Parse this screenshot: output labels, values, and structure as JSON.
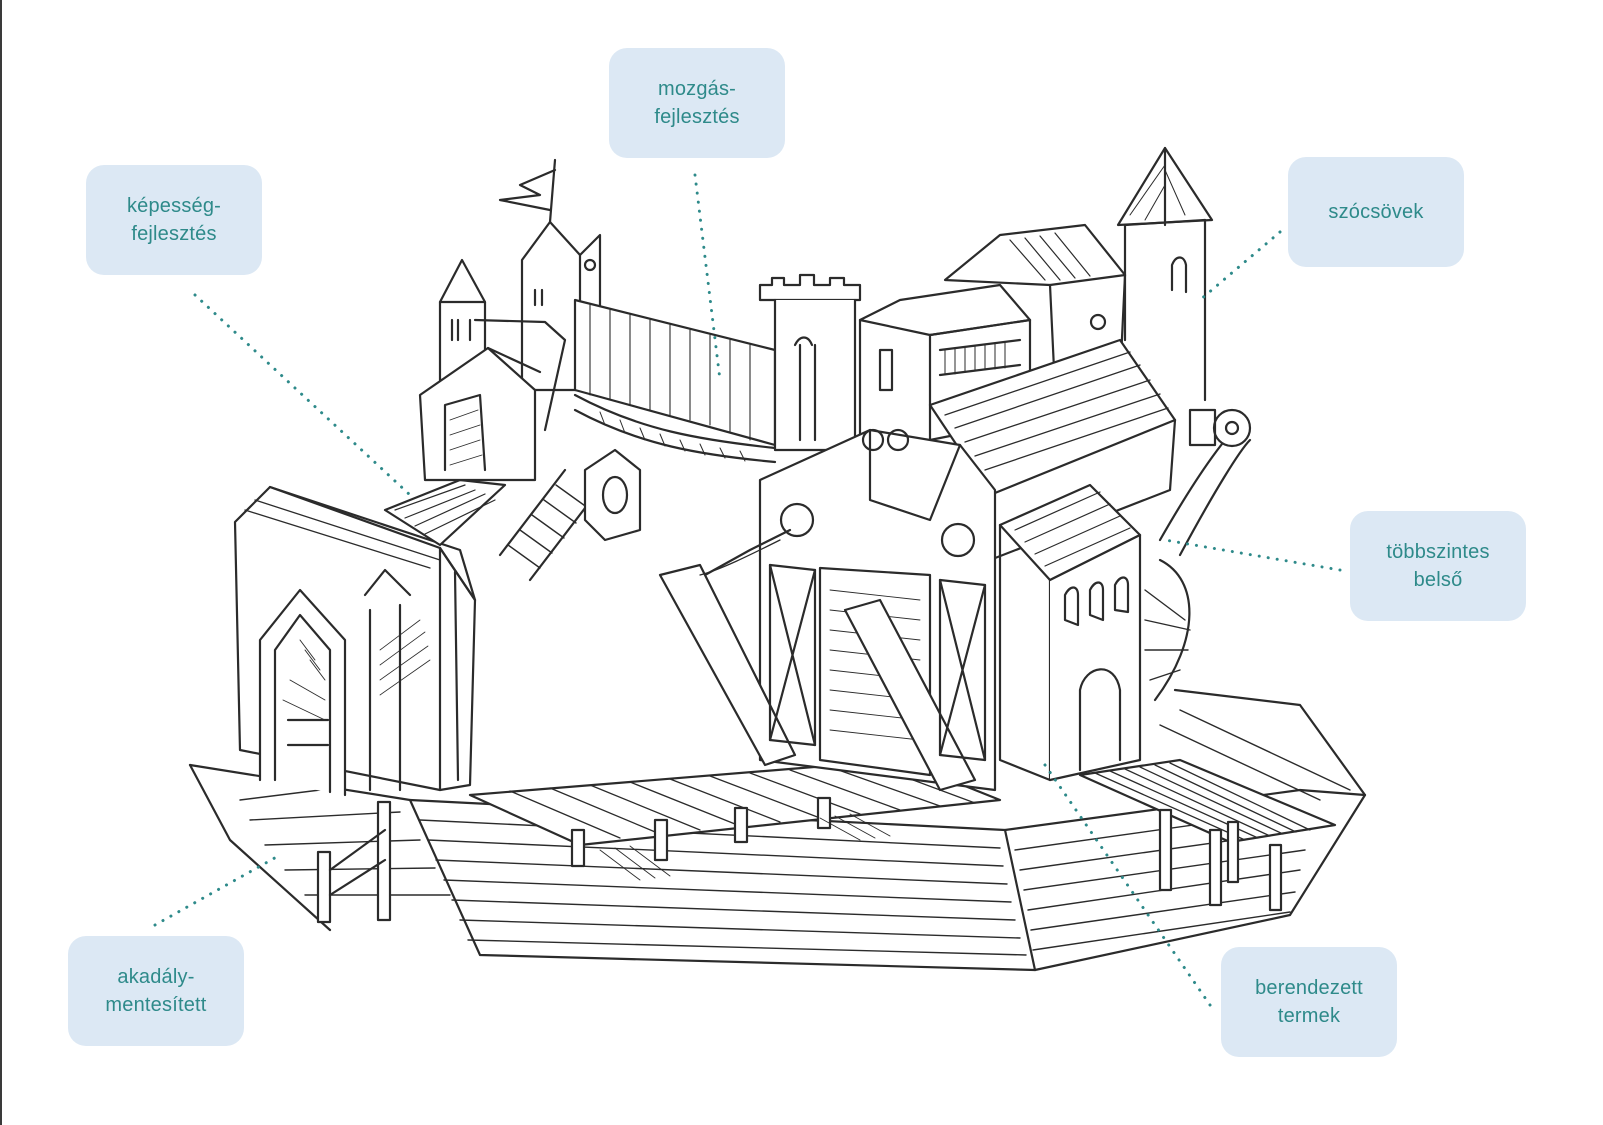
{
  "colors": {
    "label_text": "#2e8a8a",
    "label_bg": "#dce8f4",
    "leader_line": "#2e8a8a",
    "sketch_ink": "#2b2b2b"
  },
  "labels": {
    "mozgas": {
      "line1": "mozgás-",
      "line2": "fejlesztés"
    },
    "kepesseg": {
      "line1": "képesség-",
      "line2": "fejlesztés"
    },
    "szocsovek": {
      "line1": "szócsövek"
    },
    "tobbszintes": {
      "line1": "többszintes",
      "line2": "belső"
    },
    "akadaly": {
      "line1": "akadály-",
      "line2": "mentesített"
    },
    "berendezett": {
      "line1": "berendezett",
      "line2": "termek"
    }
  },
  "illustration": {
    "subject": "castle-playground-sketch"
  }
}
